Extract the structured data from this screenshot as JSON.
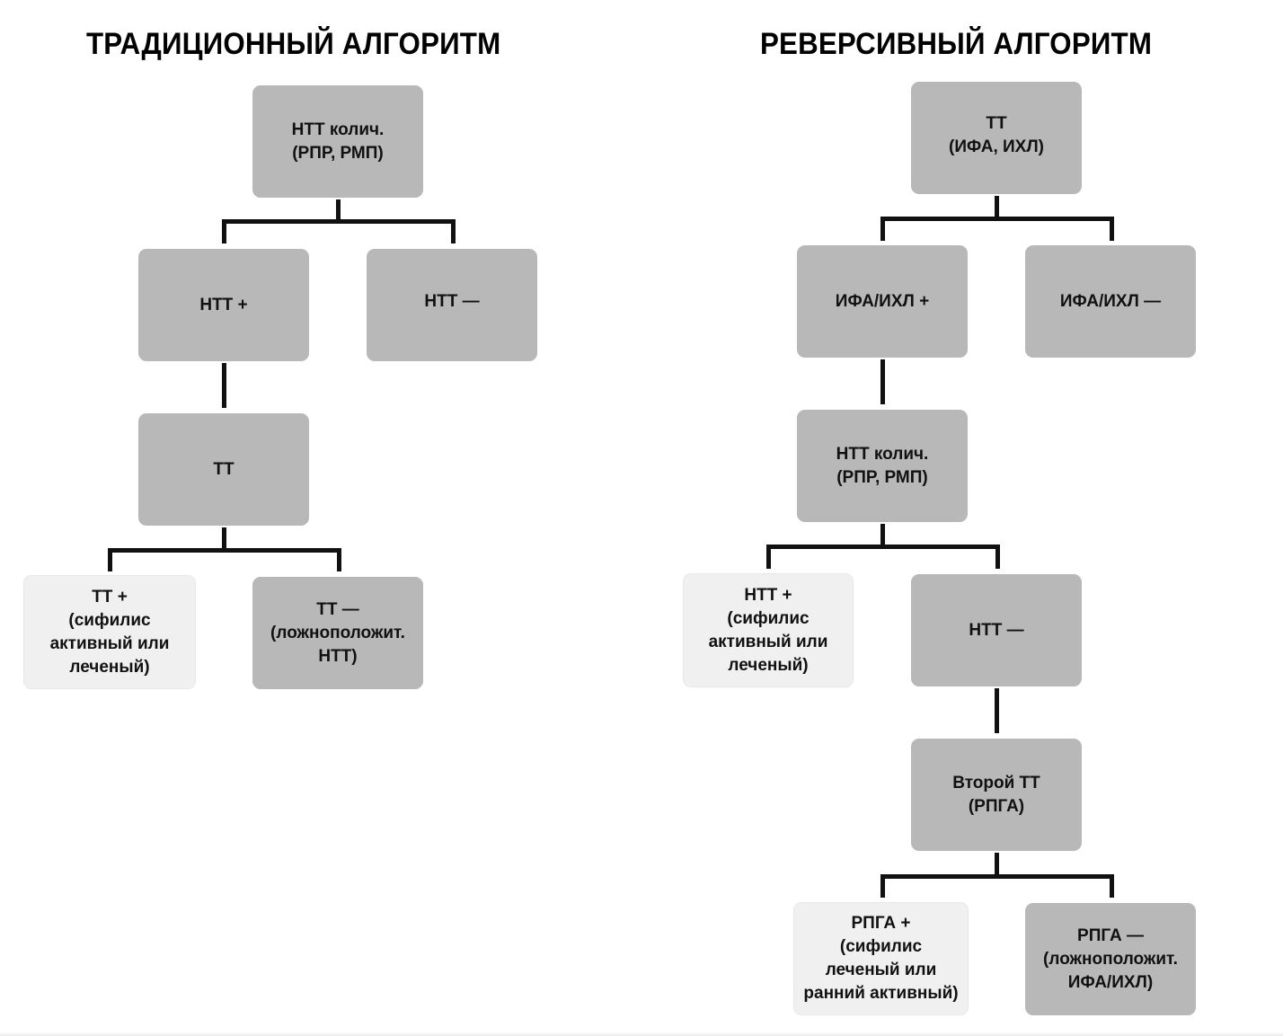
{
  "left": {
    "title": "ТРАДИЦИОННЫЙ АЛГОРИТМ",
    "nodes": {
      "root": "НТТ колич.\n(РПР, РМП)",
      "ntt_pos": "НТТ +",
      "ntt_neg": "НТТ —",
      "tt": "ТТ",
      "tt_pos": "ТТ +\n(сифилис\nактивный или\nлеченый)",
      "tt_neg": "ТТ —\n(ложноположит.\nНТТ)"
    }
  },
  "right": {
    "title": "РЕВЕРСИВНЫЙ АЛГОРИТМ",
    "nodes": {
      "root": "ТТ\n(ИФА, ИХЛ)",
      "ifa_pos": "ИФА/ИХЛ +",
      "ifa_neg": "ИФА/ИХЛ —",
      "ntt_quant": "НТТ колич.\n(РПР, РМП)",
      "ntt_pos": "НТТ +\n(сифилис\nактивный или\nлеченый)",
      "ntt_neg": "НТТ —",
      "second_tt": "Второй ТТ\n(РПГА)",
      "rpga_pos": "РПГА +\n(сифилис\nлеченый или\nранний активный)",
      "rpga_neg": "РПГА —\n(ложноположит.\nИФА/ИХЛ)"
    }
  },
  "colors": {
    "box_dark": "#b8b8b8",
    "box_light": "#f0f0f0",
    "connector": "#111111"
  }
}
